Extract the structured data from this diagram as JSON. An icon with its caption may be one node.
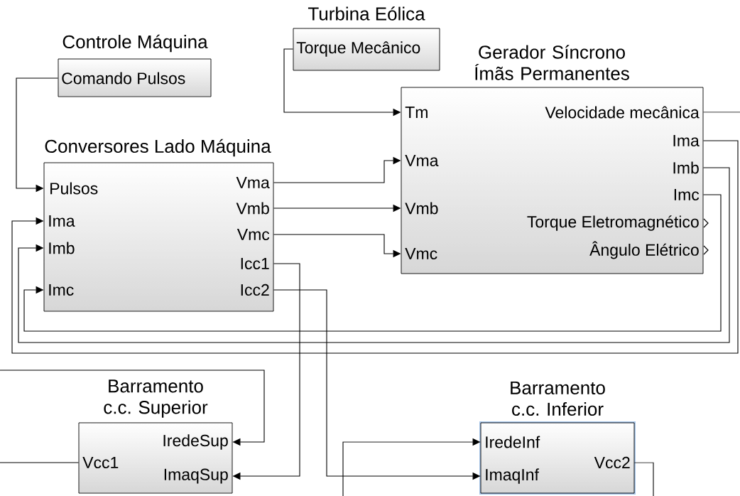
{
  "diagram": {
    "nodes": [
      {
        "text": [
          "Turbina Eólica",
          "Torque Mecânico"
        ]
      },
      {
        "text": [
          "Controle Máquina",
          "Comando Pulsos"
        ]
      },
      {
        "text": [
          "Gerador Síncrono Ímãs Permanentes",
          "Tm",
          "Vma",
          "Vmb",
          "Vmc",
          "Velocidade mecânica",
          "Ima",
          "Imb",
          "Imc",
          "Torque Eletromagnético",
          "Ângulo Elétrico"
        ]
      },
      {
        "text": [
          "Conversores Lado Máquina",
          "Pulsos",
          "Ima",
          "Imb",
          "Imc",
          "Vma",
          "Vmb",
          "Vmc",
          "Icc1",
          "Icc2"
        ]
      },
      {
        "text": [
          "Barramento c.c. Superior",
          "IredeSup",
          "Vcc1",
          "ImaqSup"
        ]
      },
      {
        "text": [
          "Barramento c.c. Inferior",
          "IredeInf",
          "Vcc2",
          "ImaqInf"
        ]
      }
    ],
    "edges": [
      {
        "from": 1,
        "to": 3,
        "arrow": "to"
      },
      {
        "from": 0,
        "to": 2,
        "arrow": "to"
      },
      {
        "from": 3,
        "to": 2,
        "arrow": "to"
      },
      {
        "from": 3,
        "to": 2,
        "arrow": "to"
      },
      {
        "from": 3,
        "to": 2,
        "arrow": "to"
      },
      {
        "from": 2,
        "to": null,
        "arrow": "none"
      },
      {
        "from": 2,
        "to": 3,
        "arrow": "to"
      },
      {
        "from": 2,
        "to": 3,
        "arrow": "to"
      },
      {
        "from": 2,
        "to": 3,
        "arrow": "to"
      },
      {
        "from": 3,
        "to": 4,
        "arrow": "to"
      },
      {
        "from": 3,
        "to": 5,
        "arrow": "to"
      },
      {
        "from": null,
        "to": 4,
        "arrow": "to"
      },
      {
        "from": 4,
        "to": null,
        "arrow": "none"
      },
      {
        "from": null,
        "to": 5,
        "arrow": "to"
      },
      {
        "from": 5,
        "to": null,
        "arrow": "none"
      }
    ]
  }
}
